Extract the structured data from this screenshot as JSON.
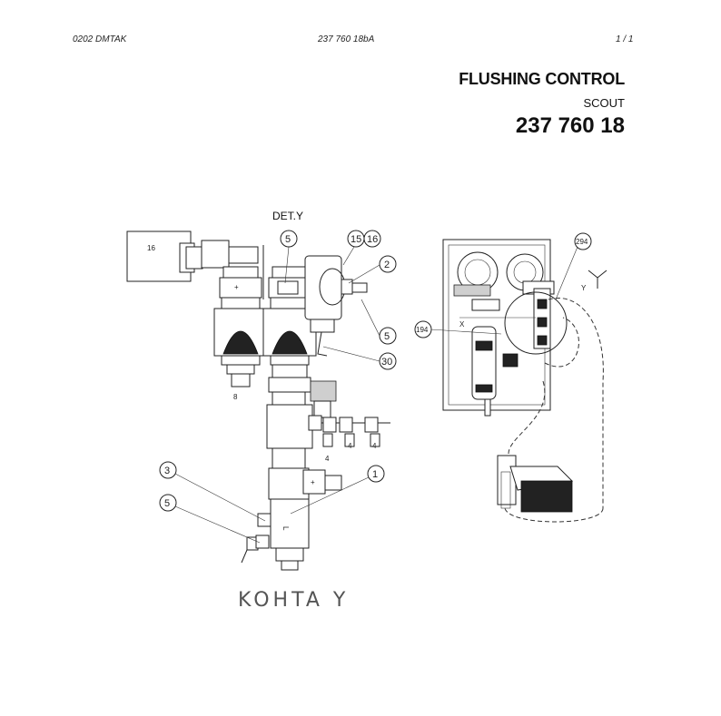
{
  "header": {
    "left": "0202   DMTAK",
    "middle": "237 760 18bA",
    "right": "1 /   1"
  },
  "title": {
    "main": "FLUSHING CONTROL",
    "sub": "SCOUT",
    "number": "237 760 18"
  },
  "drawing": {
    "detail_label": "DET.Y",
    "section_caption": "KOHTA  Y",
    "callouts": [
      "5",
      "15",
      "16",
      "2",
      "5",
      "30",
      "3",
      "5",
      "1",
      "294",
      "194"
    ],
    "part_labels": [
      "16",
      "8",
      "4",
      "4",
      "4",
      "X",
      "Y"
    ]
  }
}
